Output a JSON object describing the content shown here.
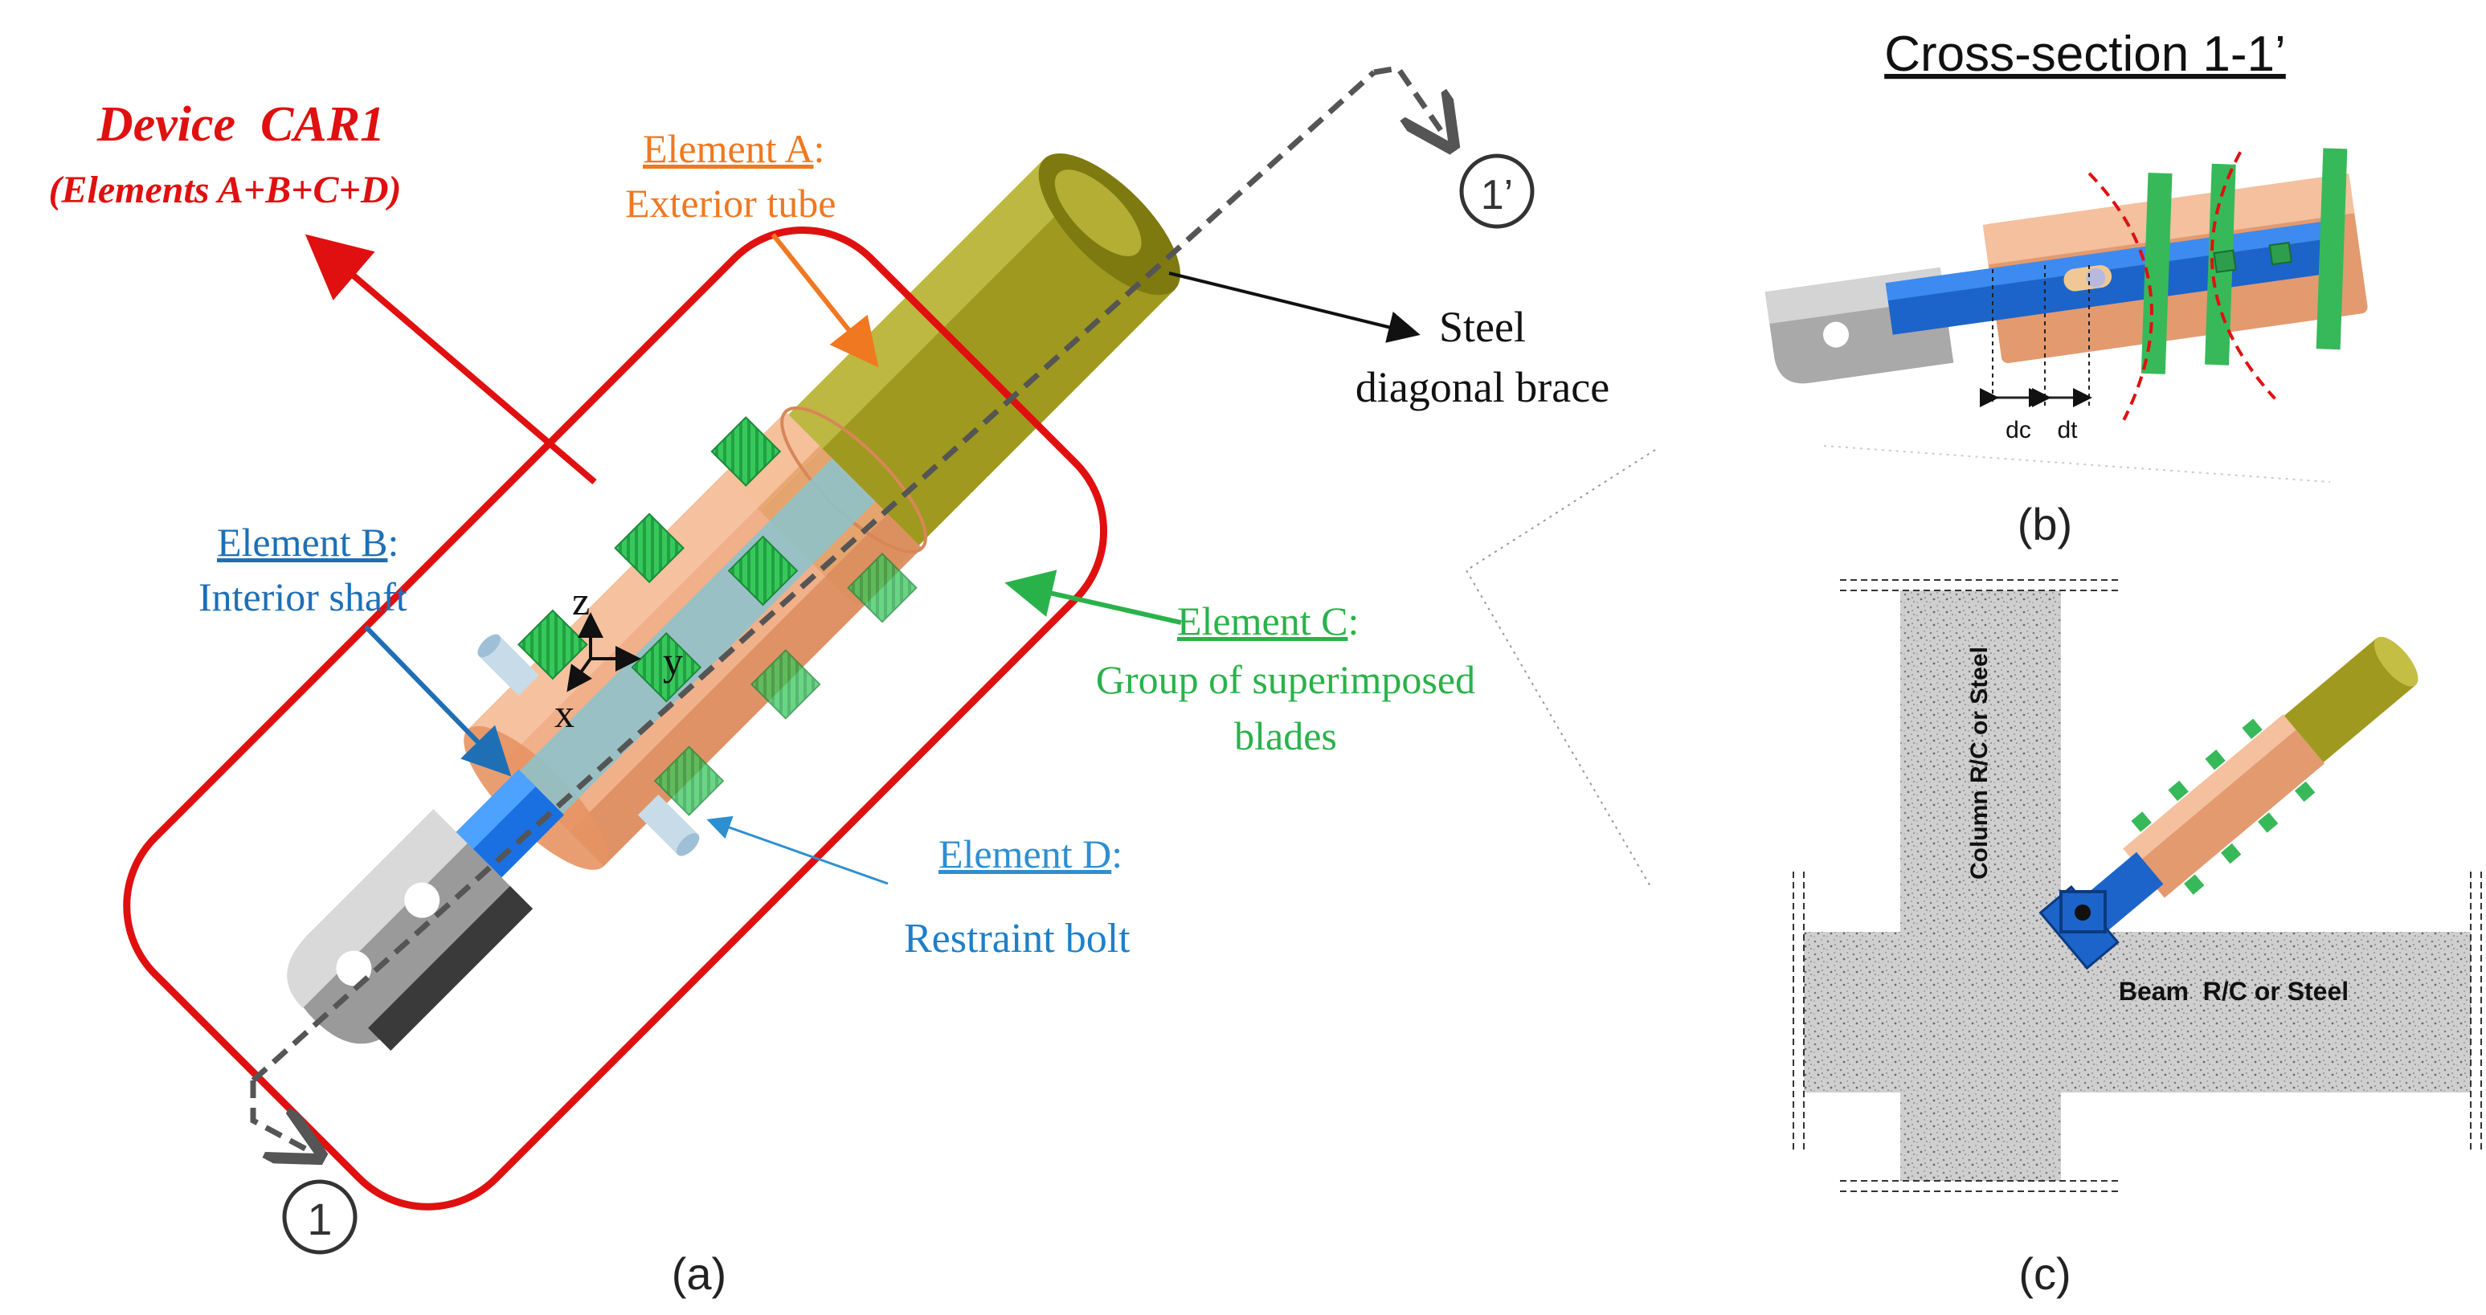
{
  "device": {
    "title": "Device  CAR1",
    "subtitle": "(Elements A+B+C+D)"
  },
  "elements": {
    "a": {
      "name": "Element A",
      "colon": ":",
      "desc": "Exterior tube"
    },
    "b": {
      "name": "Element B",
      "colon": ":",
      "desc": "Interior shaft"
    },
    "c": {
      "name": "Element C",
      "colon": ":",
      "desc_line1": "Group of superimposed",
      "desc_line2": "blades"
    },
    "d": {
      "name": "Element D",
      "colon": ":",
      "desc": "Restraint bolt"
    }
  },
  "brace": {
    "line1": "Steel",
    "line2": "diagonal brace"
  },
  "section": {
    "title": "Cross-section 1-1’",
    "marker_start": "1",
    "marker_end": "1’"
  },
  "axes": {
    "z": "z",
    "y": "y",
    "x": "x"
  },
  "dims": {
    "dc": "dc",
    "dt": "dt"
  },
  "panels": {
    "a": "(a)",
    "b": "(b)",
    "c": "(c)"
  },
  "frame": {
    "column": "Column R/C or Steel",
    "beam": "Beam  R/C or Steel"
  },
  "colors": {
    "red": "#e01010",
    "orange": "#f07820",
    "blue": "#1f6fb5",
    "light_blue": "#2e8fd0",
    "green": "#2ab24a",
    "tube": "#e8a070",
    "shaft": "#1a63c8",
    "blade": "#35d060",
    "brace": "#a8a020",
    "concrete": "#c9c9c9"
  }
}
